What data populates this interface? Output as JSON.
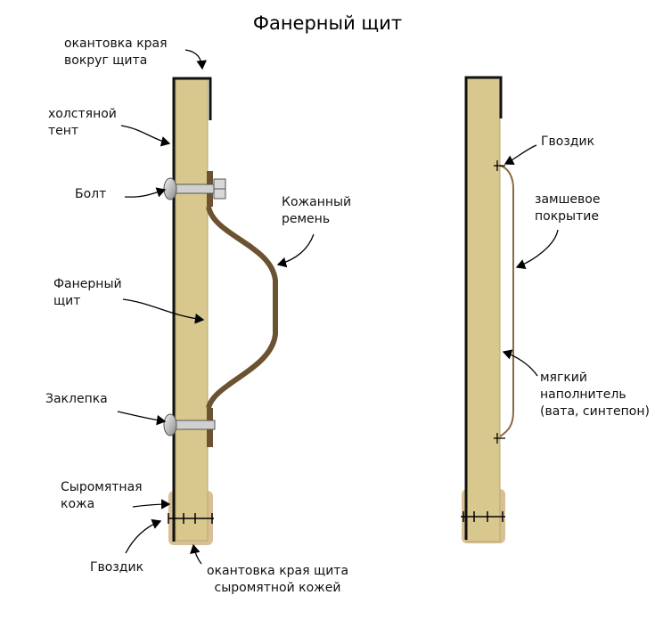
{
  "title": "Фанерный щит",
  "labels": {
    "edge_binding": [
      "окантовка края",
      "вокруг щита"
    ],
    "canvas_cover": [
      "холстяной",
      "тент"
    ],
    "bolt": "Болт",
    "leather_strap": [
      "Кожанный",
      "ремень"
    ],
    "plywood_shield": [
      "Фанерный",
      "щит"
    ],
    "rivet": "Заклепка",
    "rawhide": [
      "Сыромятная",
      "кожа"
    ],
    "nail_left": "Гвоздик",
    "rawhide_binding": [
      "окантовка края щита",
      "сыромятной кожей"
    ],
    "nail_right": "Гвоздик",
    "suede_cover": [
      "замшевое",
      "покрытие"
    ],
    "soft_filler": [
      "мягкий",
      "наполнитель",
      "(вата, синтепон)"
    ]
  },
  "colors": {
    "plywood": "#d8c88e",
    "plywood_edge": "#b8a86a",
    "canvas": "#111111",
    "strap": "#6b5230",
    "rawhide": "#d9bf95",
    "metal": "#c8c8c8",
    "suede": "#8a6a44"
  }
}
